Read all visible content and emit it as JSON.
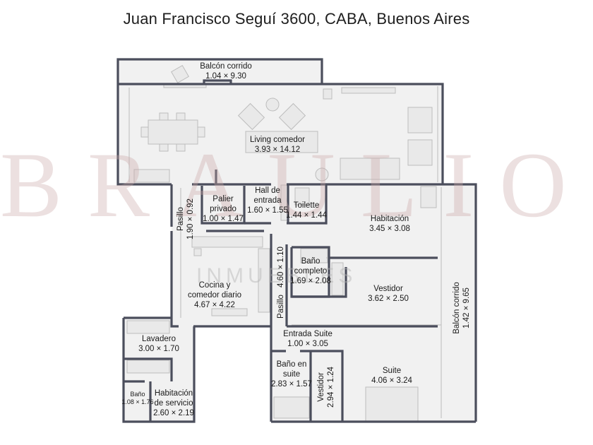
{
  "title": "Juan Francisco Seguí 3600, CABA, Buenos Aires",
  "watermark": {
    "brand": "BRAULIO",
    "sub": "INMUEBLES",
    "color": "#caa7a7"
  },
  "colors": {
    "wall": "#4b4e5c",
    "floor": "#f1f1f1"
  },
  "rooms": {
    "balcon_corrido_top": {
      "name": "Balcón corrido",
      "size": "1.04 × 9.30"
    },
    "living": {
      "name": "Living comedor",
      "size": "3.93 × 14.12"
    },
    "hall": {
      "name1": "Hall de",
      "name2": "entrada",
      "size": "1.60 × 1.55"
    },
    "palier": {
      "name1": "Palier",
      "name2": "privado",
      "size": "1.00 × 1.47"
    },
    "pasillo_left": {
      "name": "Pasillo",
      "size": "1.90 × 0.92"
    },
    "toilette": {
      "name": "Toilette",
      "size": "1.44 × 1.44"
    },
    "habitacion": {
      "name": "Habitación",
      "size": "3.45 × 3.08"
    },
    "bano_completo": {
      "name1": "Baño",
      "name2": "completo",
      "size": "1.69 × 2.08"
    },
    "pasillo_center": {
      "name": "Pasillo",
      "size": "4.60 × 1.10"
    },
    "cocina": {
      "name1": "Cocina y",
      "name2": "comedor diario",
      "size": "4.67 × 4.22"
    },
    "vestidor_upper": {
      "name": "Vestidor",
      "size": "3.62 × 2.50"
    },
    "balcon_corrido_right": {
      "name": "Balcón corrido",
      "size": "1.42 × 9.65"
    },
    "entrada_suite": {
      "name": "Entrada Suite",
      "size": "1.00 × 3.05"
    },
    "lavadero": {
      "name": "Lavadero",
      "size": "3.00 × 1.70"
    },
    "bano_suite": {
      "name1": "Baño en",
      "name2": "suite",
      "size": "2.83 × 1.57"
    },
    "vestidor_suite": {
      "name": "Vestidor",
      "size": "2.94 × 1.24"
    },
    "suite": {
      "name": "Suite",
      "size": "4.06 × 3.24"
    },
    "bano_servicio": {
      "name": "Baño",
      "size": "1.08 × 1.76"
    },
    "habitacion_servicio": {
      "name1": "Habitación",
      "name2": "de servicio",
      "size": "2.60 × 2.19"
    }
  }
}
